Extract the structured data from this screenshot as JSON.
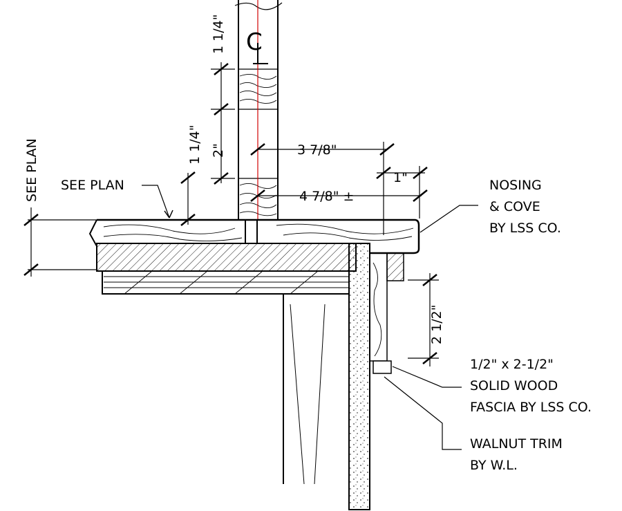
{
  "detail": {
    "centerline_symbol": "C",
    "dimensions": {
      "top_block": "1 1/4\"",
      "block_width": "2\"",
      "lower_block": "1 1/4\"",
      "see_plan_vertical": "SEE PLAN",
      "centerline_to_face": "3 7/8\"",
      "centerline_to_nosing": "4 7/8\" ±",
      "nosing_projection": "1\"",
      "fascia_height": "2 1/2\""
    },
    "callouts": {
      "see_plan": "SEE PLAN",
      "nosing": [
        "NOSING",
        "& COVE",
        "BY LSS CO."
      ],
      "fascia": [
        "1/2\" x 2-1/2\"",
        "SOLID WOOD",
        "FASCIA BY LSS CO."
      ],
      "trim": [
        "WALNUT TRIM",
        "BY W.L."
      ]
    },
    "colors": {
      "centerline": "#d00000",
      "line": "#000000"
    }
  }
}
